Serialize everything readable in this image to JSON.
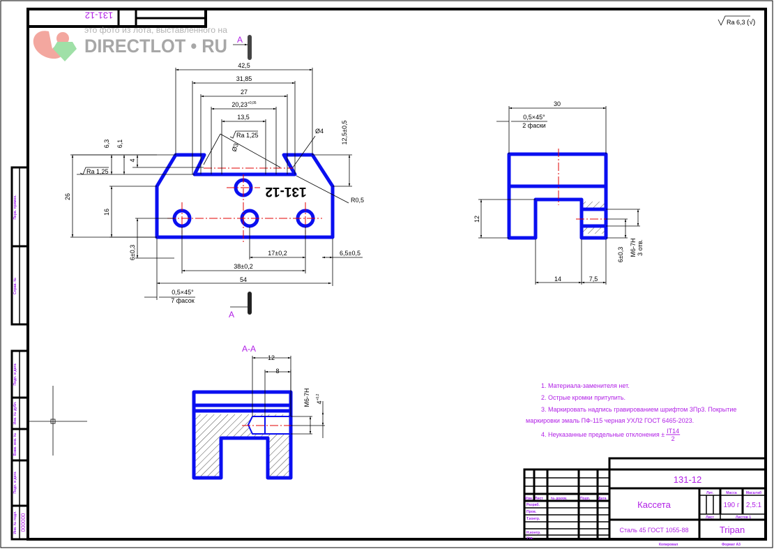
{
  "drawing": {
    "code": "131-12",
    "code_stamp_rotated": "131-12",
    "part_marking": "131-12",
    "roughness_general": "Ra 6,3",
    "roughness_general_suffix": "(√)",
    "section_marker": "A",
    "section_title": "A-A"
  },
  "watermark": {
    "line1": "это фото из лота, выставленного на",
    "line2": "DIRECTLOT • RU"
  },
  "front_view": {
    "dims": {
      "d42_5": "42,5",
      "d31_85": "31,85",
      "d27": "27",
      "d20_23": "20,23",
      "d20_23_tol": "+0,05",
      "d13_5": "13,5",
      "d26": "26",
      "d16": "16",
      "d6_3": "6,3",
      "d6_1": "6,1",
      "d4": "4",
      "d6_03": "6±0,3",
      "d17": "17±0,2",
      "d38": "38±0,2",
      "d54": "54",
      "d6_5": "6,5±0,5",
      "d12_5": "12,5±0,5",
      "dia4": "Ø4",
      "dia3": "Ø3",
      "r0_5": "R0,5",
      "ra_left": "Ra 1,25",
      "ra_top": "Ra 1,25",
      "chamfer_1": "0,5×45°",
      "chamfer_2": "7 фасок"
    }
  },
  "side_view": {
    "dims": {
      "d30": "30",
      "chamfer_1": "0,5×45°",
      "chamfer_2": "2 фаски",
      "d12": "12",
      "d14": "14",
      "d7_5": "7,5",
      "d6_03": "6±0,3",
      "thread": "M6-7H",
      "thread_count": "3 отв."
    }
  },
  "section_view": {
    "dims": {
      "d12": "12",
      "d8": "8",
      "thread": "M6-7H",
      "depth": "4",
      "depth_tol": "+0,2"
    }
  },
  "notes": [
    "1. Материала-заменителя нет.",
    "2. Острые кромки притупить.",
    "3. Маркировать надпись гравированием шрифтом 3Пр3. Покрытие",
    "маркировки эмаль ПФ-115 черная УХЛ2 ГОСТ 6465-2023.",
    "4. Неуказанные предельные отклонения ±",
    "IT14",
    "2"
  ],
  "title_block": {
    "designation": "131-12",
    "name": "Кассета",
    "material": "Сталь 45 ГОСТ 1055-88",
    "company": "Tripan",
    "lit_label": "Лит.",
    "mass_label": "Масса",
    "scale_label": "Масштаб",
    "mass": "190 г",
    "scale": "2,5:1",
    "sheet_label": "Лист",
    "sheets_label": "Листов 1",
    "cols": [
      "Изм.",
      "Лист",
      "№ докум.",
      "Подп.",
      "Дата"
    ],
    "rows": [
      "Разраб.",
      "Пров.",
      "Т.контр.",
      "Н.контр.",
      "Утв."
    ],
    "copied": "Копировал",
    "format": "Формат A3"
  },
  "side_strip": {
    "labels": [
      "Перв. примен.",
      "Справ. №",
      "Подп. и дата",
      "Инв. № дубл.",
      "Взам. инв. №",
      "Подп. и дата",
      "Инв. № подл."
    ],
    "inv_number": "000000"
  },
  "colors": {
    "part": "#0a0ff0",
    "centerline": "#e00000",
    "text_accent": "#b01ee6"
  }
}
